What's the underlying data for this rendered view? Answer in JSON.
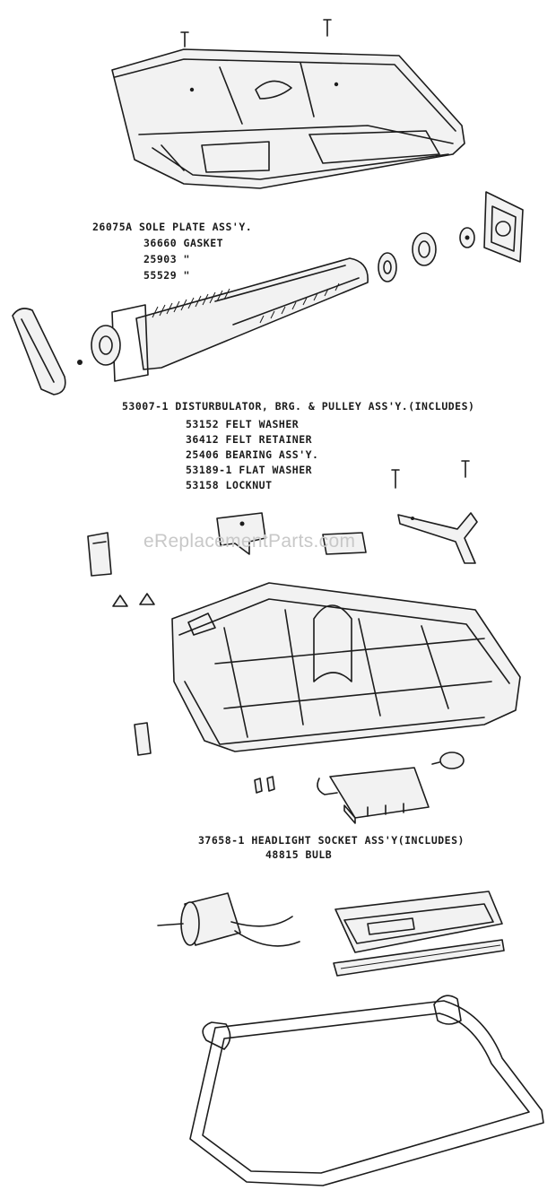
{
  "watermark": "eReplacementParts.com",
  "groups": [
    {
      "id": "sole-plate",
      "lines": [
        "26075A SOLE PLATE ASS'Y.",
        "36660 GASKET",
        "25903      \"",
        "55529      \""
      ]
    },
    {
      "id": "disturbulator",
      "lines": [
        "53007-1  DISTURBULATOR, BRG. & PULLEY ASS'Y.(INCLUDES)",
        "53152 FELT WASHER",
        "36412 FELT RETAINER",
        "25406  BEARING ASS'Y.",
        "53189-1 FLAT WASHER",
        "53158 LOCKNUT"
      ]
    },
    {
      "id": "headlight",
      "lines": [
        "37658-1 HEADLIGHT SOCKET ASS'Y(INCLUDES)",
        "48815 BULB"
      ]
    }
  ]
}
